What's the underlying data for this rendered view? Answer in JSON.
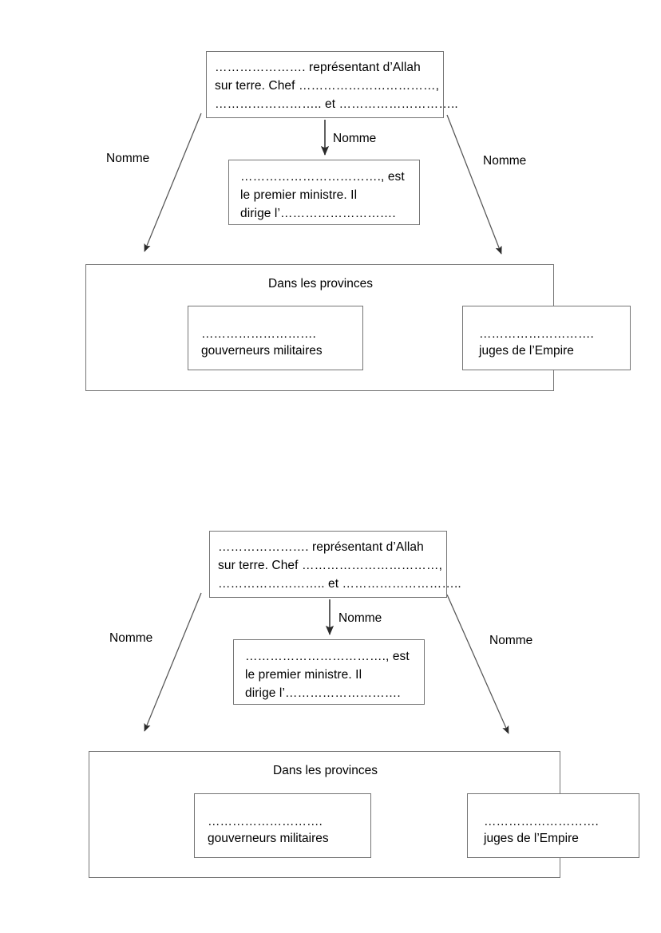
{
  "page": {
    "background": "#ffffff",
    "line_color": "#757575",
    "text_color": "#000000",
    "arrow_color": "#4a4a4a"
  },
  "diagram": {
    "top_box": {
      "lines": [
        "…………………. représentant d’Allah",
        "sur terre. Chef ……………………………,",
        "…………………….. et ……………………….."
      ]
    },
    "middle_box": {
      "lines": [
        "……………………………., est",
        "le premier ministre. Il",
        "dirige l’………………………."
      ]
    },
    "provinces_box": {
      "title": "Dans les provinces",
      "left_box": {
        "dots": "……………………….",
        "label": "gouverneurs militaires"
      },
      "right_box": {
        "dots": "……………………….",
        "label": "juges de l’Empire"
      }
    },
    "edges": {
      "left_label": "Nomme",
      "middle_label": "Nomme",
      "right_label": "Nomme"
    }
  },
  "diagrams": [
    {
      "index": 1
    },
    {
      "index": 2
    }
  ]
}
